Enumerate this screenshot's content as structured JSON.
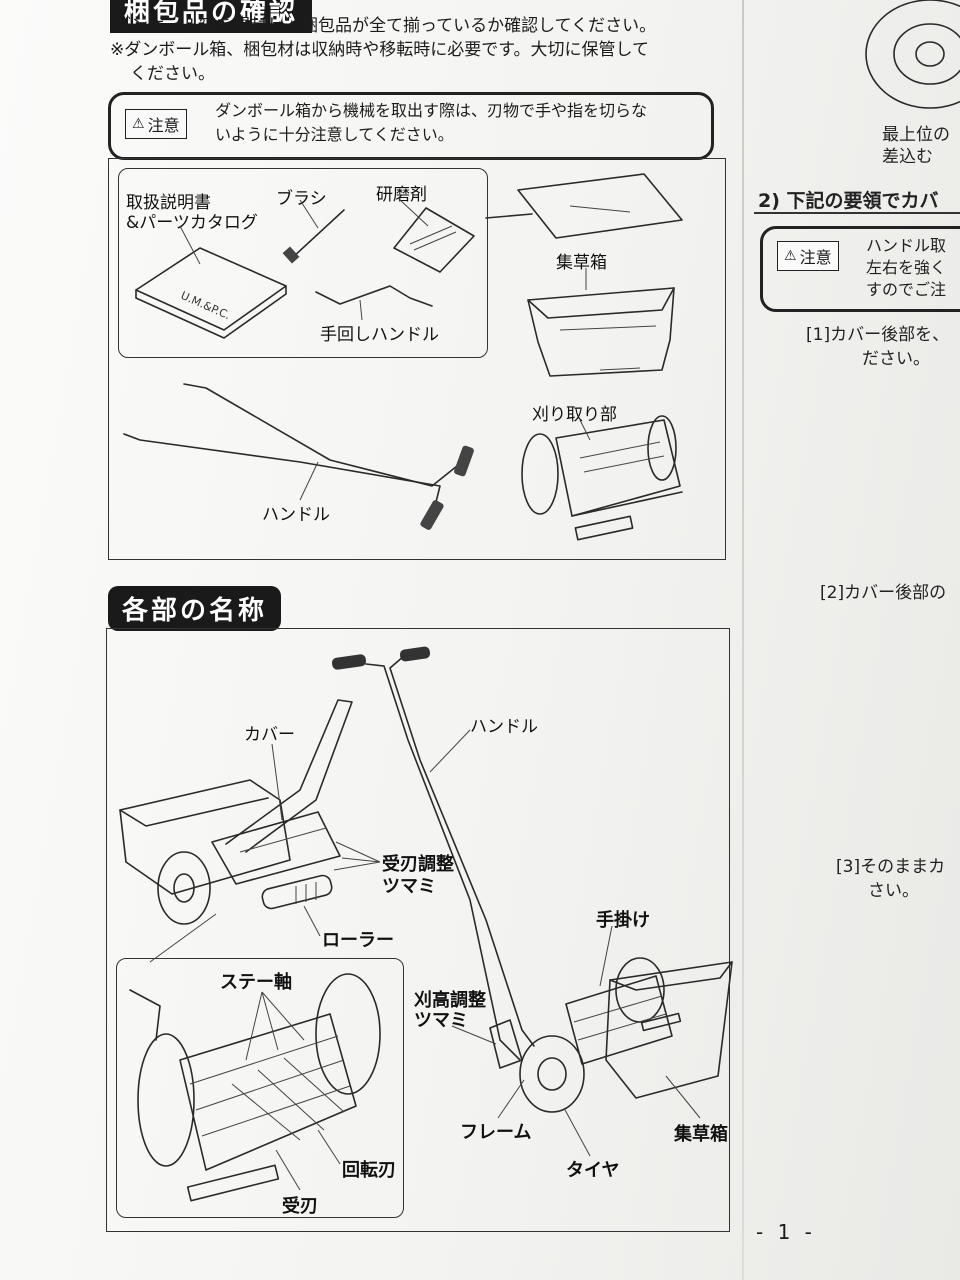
{
  "packing": {
    "heading": "梱包品の確認",
    "line1": "ダンボール箱を開封し、梱包品が全て揃っているか確認してください。",
    "line2": "※ダンボール箱、梱包材は収納時や移転時に必要です。大切に保管して",
    "line3": "ください。",
    "caution_label": "注意",
    "caution_line1": "ダンボール箱から機械を取出す際は、刃物で手や指を切らな",
    "caution_line2": "いように十分注意してください。",
    "items": {
      "manual_line1": "取扱説明書",
      "manual_line2": "&パーツカタログ",
      "manual_cover": "U.M.&P.C.",
      "brush": "ブラシ",
      "abrasive": "研磨剤",
      "crank": "手回しハンドル",
      "grass_box": "集草箱",
      "cutting_unit": "刈り取り部",
      "handle": "ハンドル"
    }
  },
  "parts": {
    "heading": "各部の名称",
    "labels": {
      "cover": "カバー",
      "handle": "ハンドル",
      "blade_adjust_1": "受刃調整",
      "blade_adjust_2": "ツマミ",
      "roller": "ローラー",
      "grip": "手掛け",
      "height_adjust_1": "刈高調整",
      "height_adjust_2": "ツマミ",
      "stay_shaft": "ステー軸",
      "frame": "フレーム",
      "grass_box": "集草箱",
      "rotary_blade": "回転刃",
      "tire": "タイヤ",
      "bed_knife": "受刃"
    }
  },
  "right_page": {
    "wheel_caption_1": "最上位の",
    "wheel_caption_2": "差込む",
    "step2": "2) 下記の要領でカバ",
    "caution_label": "注意",
    "caution_line1": "ハンドル取",
    "caution_line2": "左右を強く",
    "caution_line3": "すのでご注",
    "step_1a": "[1]カバー後部を、",
    "step_1b": "ださい。",
    "step_2a": "[2]カバー後部の",
    "step_3a": "[3]そのままカ",
    "step_3b": "さい。"
  },
  "page_number": "- 1 -"
}
